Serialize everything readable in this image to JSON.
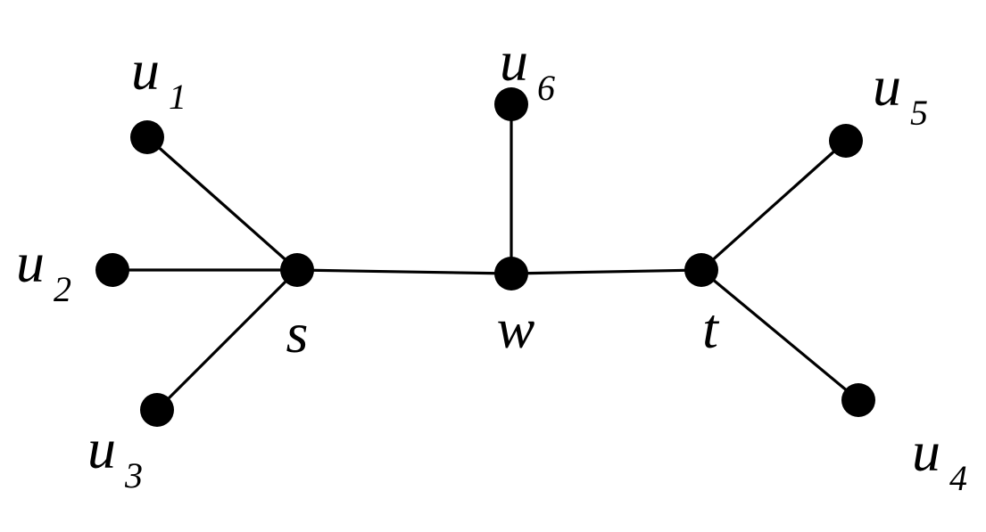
{
  "graph": {
    "nodes": [
      {
        "id": "s",
        "label": "s"
      },
      {
        "id": "w",
        "label": "w"
      },
      {
        "id": "t",
        "label": "t"
      },
      {
        "id": "u1",
        "label": "u",
        "subscript": "1"
      },
      {
        "id": "u2",
        "label": "u",
        "subscript": "2"
      },
      {
        "id": "u3",
        "label": "u",
        "subscript": "3"
      },
      {
        "id": "u4",
        "label": "u",
        "subscript": "4"
      },
      {
        "id": "u5",
        "label": "u",
        "subscript": "5"
      },
      {
        "id": "u6",
        "label": "u",
        "subscript": "6"
      }
    ],
    "edges": [
      {
        "from": "u1",
        "to": "s"
      },
      {
        "from": "u2",
        "to": "s"
      },
      {
        "from": "u3",
        "to": "s"
      },
      {
        "from": "s",
        "to": "w"
      },
      {
        "from": "w",
        "to": "u6"
      },
      {
        "from": "w",
        "to": "t"
      },
      {
        "from": "t",
        "to": "u5"
      },
      {
        "from": "t",
        "to": "u4"
      }
    ],
    "colors": {
      "stroke": "#000000",
      "node": "#000000",
      "background": "#ffffff"
    }
  }
}
